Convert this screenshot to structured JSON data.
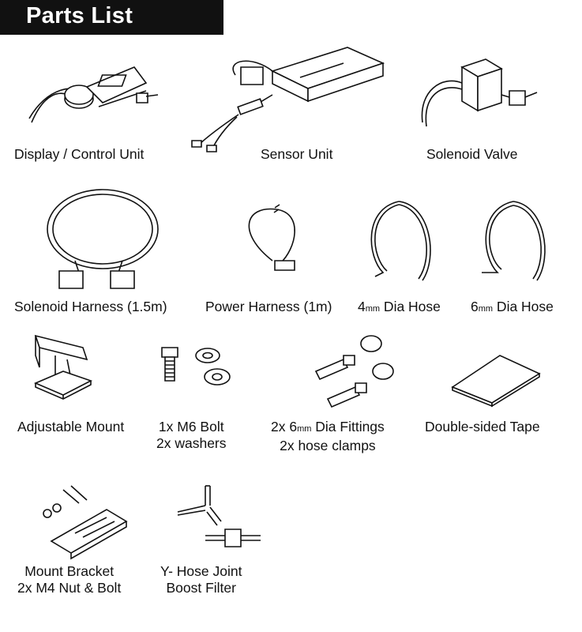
{
  "title": "Parts List",
  "parts": [
    {
      "label": "Display / Control Unit"
    },
    {
      "label": "Sensor Unit"
    },
    {
      "label": "Solenoid Valve"
    },
    {
      "label": "Solenoid Harness (1.5m)"
    },
    {
      "label": "Power Harness (1m)"
    },
    {
      "label_num": "4",
      "label_unit": "mm",
      "label_rest": " Dia Hose"
    },
    {
      "label_num": "6",
      "label_unit": "mm",
      "label_rest": " Dia Hose"
    },
    {
      "label": "Adjustable Mount"
    },
    {
      "line1": "1x M6 Bolt",
      "line2": "2x washers"
    },
    {
      "line1_num": "2x 6",
      "line1_unit": "mm",
      "line1_rest": " Dia Fittings",
      "line2": "2x hose clamps"
    },
    {
      "label": "Double-sided Tape"
    },
    {
      "line1": "Mount Bracket",
      "line2": "2x M4 Nut & Bolt"
    },
    {
      "line1": "Y- Hose Joint",
      "line2": "Boost Filter"
    }
  ]
}
